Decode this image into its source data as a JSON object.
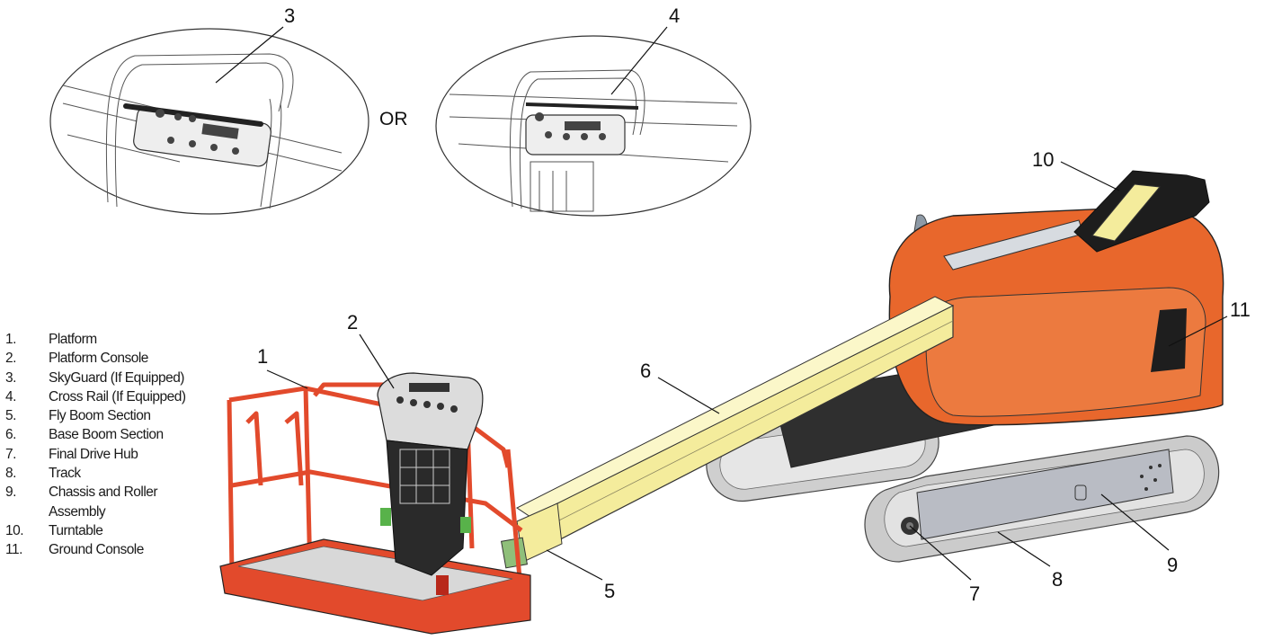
{
  "or_label": "OR",
  "callouts": [
    "1",
    "2",
    "3",
    "4",
    "5",
    "6",
    "7",
    "8",
    "9",
    "10",
    "11"
  ],
  "legend": [
    {
      "num": "1.",
      "text": "Platform"
    },
    {
      "num": "2.",
      "text": "Platform Console"
    },
    {
      "num": "3.",
      "text": "SkyGuard (If Equipped)"
    },
    {
      "num": "4.",
      "text": "Cross Rail (If Equipped)"
    },
    {
      "num": "5.",
      "text": "Fly Boom Section"
    },
    {
      "num": "6.",
      "text": "Base Boom Section"
    },
    {
      "num": "7.",
      "text": "Final Drive Hub"
    },
    {
      "num": "8.",
      "text": "Track"
    },
    {
      "num": "9.",
      "text": "Chassis and Roller Assembly"
    },
    {
      "num": "10.",
      "text": "Turntable"
    },
    {
      "num": "11.",
      "text": "Ground Console"
    }
  ],
  "colors": {
    "platform": "#e24a2c",
    "boom": "#f4ec9c",
    "turntable": "#e8672c",
    "track": "#c9c9c9",
    "chassis": "#b9bcc4",
    "console": "#2a2a2a"
  }
}
